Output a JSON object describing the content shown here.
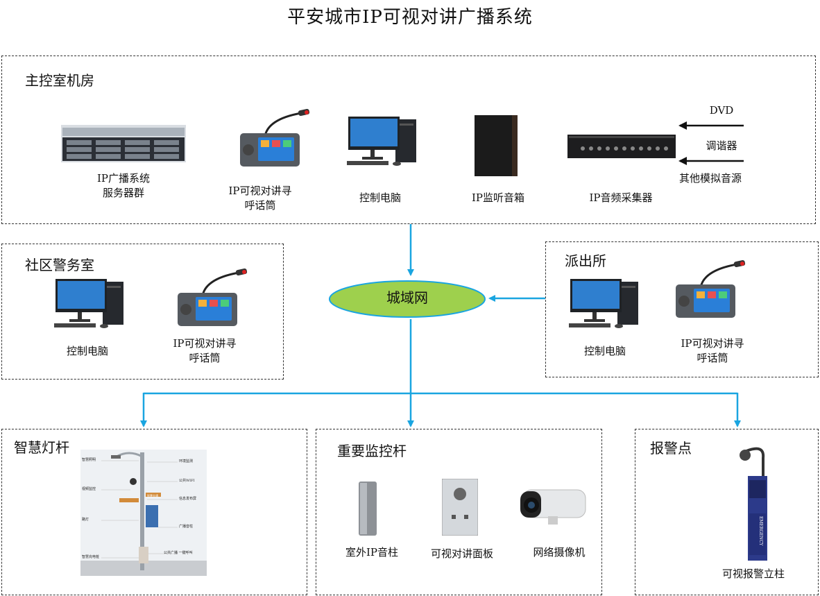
{
  "title": "平安城市IP可视对讲广播系统",
  "main_room": {
    "title": "主控室机房",
    "items": [
      {
        "label1": "IP广播系统",
        "label2": "服务器群",
        "icon": "server-rack"
      },
      {
        "label1": "IP可视对讲寻",
        "label2": "呼话筒",
        "icon": "paging-microphone"
      },
      {
        "label1": "控制电脑",
        "label2": "",
        "icon": "desktop-computer"
      },
      {
        "label1": "IP监听音箱",
        "label2": "",
        "icon": "monitor-speaker"
      },
      {
        "label1": "IP音频采集器",
        "label2": "",
        "icon": "audio-collector"
      }
    ],
    "sources": [
      "DVD",
      "调谐器",
      "其他模拟音源"
    ]
  },
  "network": {
    "label": "城域网",
    "color": "#9ed04d"
  },
  "community": {
    "title": "社区警务室",
    "items": [
      {
        "label1": "控制电脑",
        "label2": ""
      },
      {
        "label1": "IP可视对讲寻",
        "label2": "呼话筒"
      }
    ]
  },
  "police_station": {
    "title": "派出所",
    "items": [
      {
        "label1": "控制电脑",
        "label2": ""
      },
      {
        "label1": "IP可视对讲寻",
        "label2": "呼话筒"
      }
    ]
  },
  "smart_pole": {
    "title": "智慧灯杆",
    "annotations": [
      "智慧照明",
      "环境监测",
      "公共WIFI",
      "视频监控",
      "信息发布屏",
      "路灯",
      "广播音柱",
      "智慧充电桩",
      "公共广播 一键呼叫",
      "智慧交通"
    ]
  },
  "monitor_pole": {
    "title": "重要监控杆",
    "items": [
      {
        "label": "室外IP音柱"
      },
      {
        "label": "可视对讲面板"
      },
      {
        "label": "网络摄像机"
      }
    ]
  },
  "alarm_point": {
    "title": "报警点",
    "item_label": "可视报警立柱",
    "panel_text": "EMERGENCY"
  },
  "colors": {
    "arrow": "#1aa5e0",
    "border": "#333333"
  }
}
